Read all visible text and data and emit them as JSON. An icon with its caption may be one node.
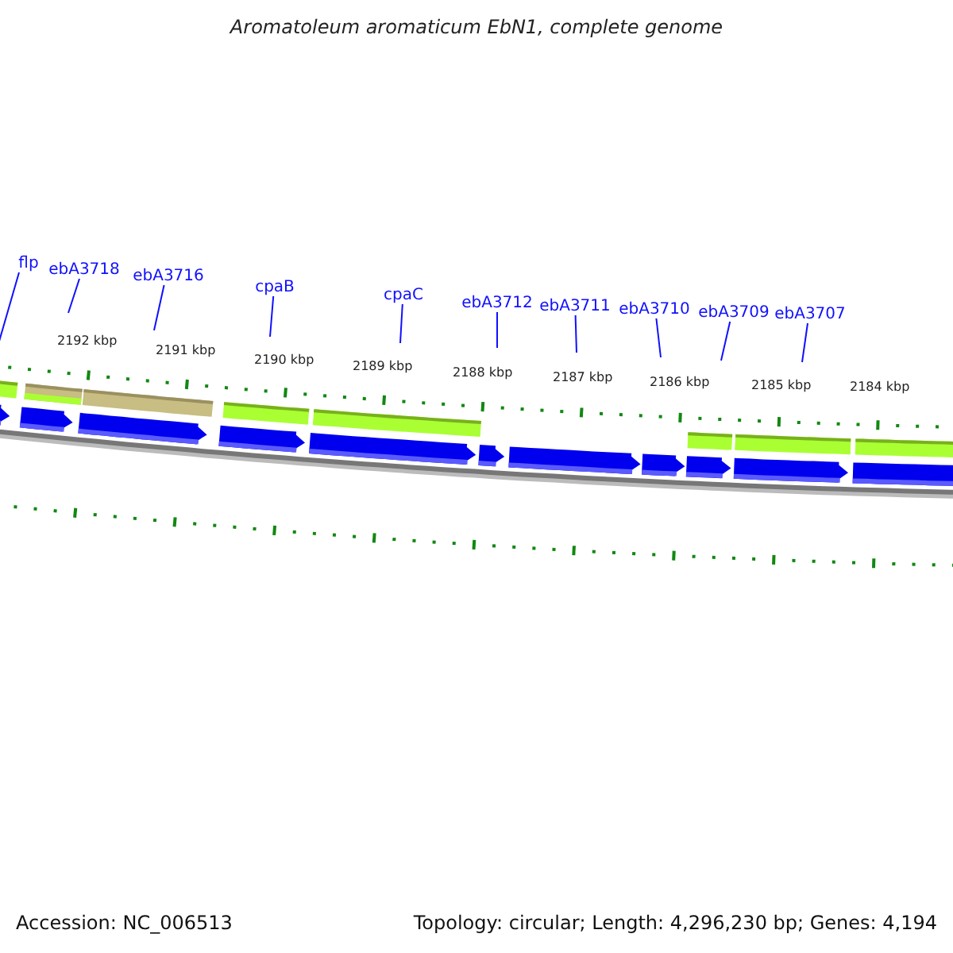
{
  "diagram": {
    "title": "Aromatoleum aromaticum EbN1, complete genome",
    "nodes": [
      {
        "text": [
          "flp"
        ]
      },
      {
        "text": [
          "ebA3718"
        ]
      },
      {
        "text": [
          "ebA3716"
        ]
      },
      {
        "text": [
          "cpaB"
        ]
      },
      {
        "text": [
          "cpaC"
        ]
      },
      {
        "text": [
          "ebA3712"
        ]
      },
      {
        "text": [
          "ebA3711"
        ]
      },
      {
        "text": [
          "ebA3710"
        ]
      },
      {
        "text": [
          "ebA3709"
        ]
      },
      {
        "text": [
          "ebA3707"
        ]
      }
    ],
    "edges": [
      {
        "from": 0,
        "to": null,
        "arrow": "none"
      },
      {
        "from": 1,
        "to": null,
        "arrow": "none"
      },
      {
        "from": 2,
        "to": null,
        "arrow": "none"
      },
      {
        "from": 3,
        "to": null,
        "arrow": "none"
      },
      {
        "from": 4,
        "to": null,
        "arrow": "none"
      },
      {
        "from": 5,
        "to": null,
        "arrow": "none"
      },
      {
        "from": 6,
        "to": null,
        "arrow": "none"
      },
      {
        "from": 7,
        "to": null,
        "arrow": "none"
      },
      {
        "from": 8,
        "to": null,
        "arrow": "none"
      },
      {
        "from": 9,
        "to": null,
        "arrow": "none"
      }
    ],
    "labels": [
      "2192 kbp",
      "2191 kbp",
      "2190 kbp",
      "2189 kbp",
      "2188 kbp",
      "2187 kbp",
      "2186 kbp",
      "2185 kbp",
      "2184 kbp",
      "Accession: NC_006513",
      "Topology: circular; Length: 4,296,230 bp; Genes: 4,194"
    ]
  }
}
